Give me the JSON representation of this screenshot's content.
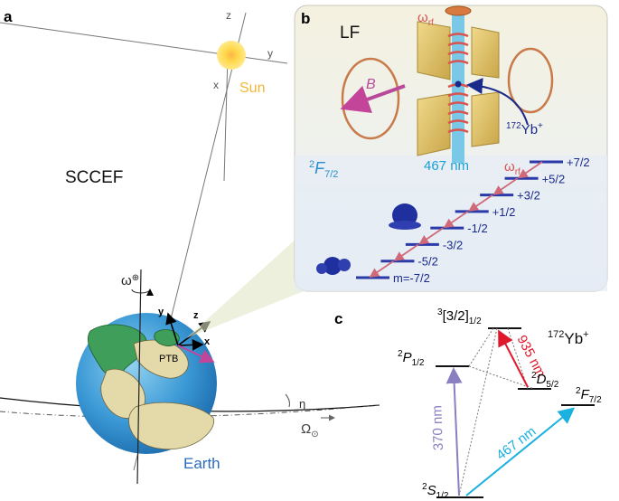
{
  "panel_a": {
    "label": "a",
    "frame": "SCCEF",
    "sun": "Sun",
    "axis_z": "z",
    "axis_y": "y",
    "axis_x": "x",
    "earth": "Earth",
    "lab": "PTB",
    "lab_axis_z": "z",
    "lab_axis_y": "y",
    "lab_axis_x": "x",
    "omega_earth": "ω",
    "omega_earth_sub": "⊕",
    "eta": "η",
    "omega_sun": "Ω",
    "omega_sun_sub": "⊙"
  },
  "panel_b": {
    "label": "b",
    "frame": "LF",
    "omega_rf": "ω",
    "omega_rf_sub": "rf",
    "field": "B",
    "ion_mass": "172",
    "ion": "Yb",
    "ion_charge": "+",
    "laser": "467 nm",
    "state_letter": "F",
    "state_sup": "2",
    "state_sub": "7/2",
    "ladder_omega": "ω",
    "ladder_omega_sub": "rf",
    "m_levels": [
      "+7/2",
      "+5/2",
      "+3/2",
      "+1/2",
      "-1/2",
      "-3/2",
      "-5/2",
      "m=-7/2"
    ]
  },
  "panel_c": {
    "label": "c",
    "ion_mass": "172",
    "ion": "Yb",
    "ion_charge": "+",
    "level_s": {
      "sup": "2",
      "letter": "S",
      "sub": "1/2"
    },
    "level_p": {
      "sup": "2",
      "letter": "P",
      "sub": "1/2"
    },
    "level_b": {
      "sup": "3",
      "main": "[3/2]",
      "sub": "1/2"
    },
    "level_d": {
      "sup": "2",
      "letter": "D",
      "sub": "5/2"
    },
    "level_f": {
      "sup": "2",
      "letter": "F",
      "sub": "7/2"
    },
    "wl_370": "370 nm",
    "wl_935": "935 nm",
    "wl_467": "467 nm",
    "colors": {
      "uv": "#8a7fc0",
      "ir": "#e0182c",
      "blue": "#1ab0e0"
    }
  }
}
